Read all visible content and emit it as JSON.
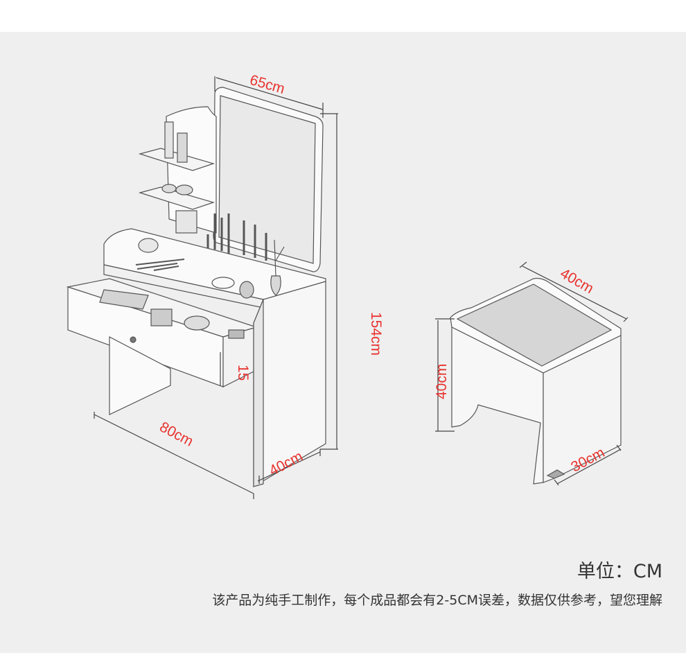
{
  "dimensions": {
    "mirror_width": "65cm",
    "total_height": "154cm",
    "table_width": "80cm",
    "table_depth": "40cm",
    "drawer_height": "15",
    "stool_width": "40cm",
    "stool_height": "40cm",
    "stool_depth": "30cm"
  },
  "colors": {
    "background": "#efefef",
    "dimension_text": "#e8332e",
    "body_text": "#333333"
  },
  "unit_label": "单位：CM",
  "note": "该产品为纯手工制作，每个成品都会有2-5CM误差，数据仅供参考，望您理解"
}
